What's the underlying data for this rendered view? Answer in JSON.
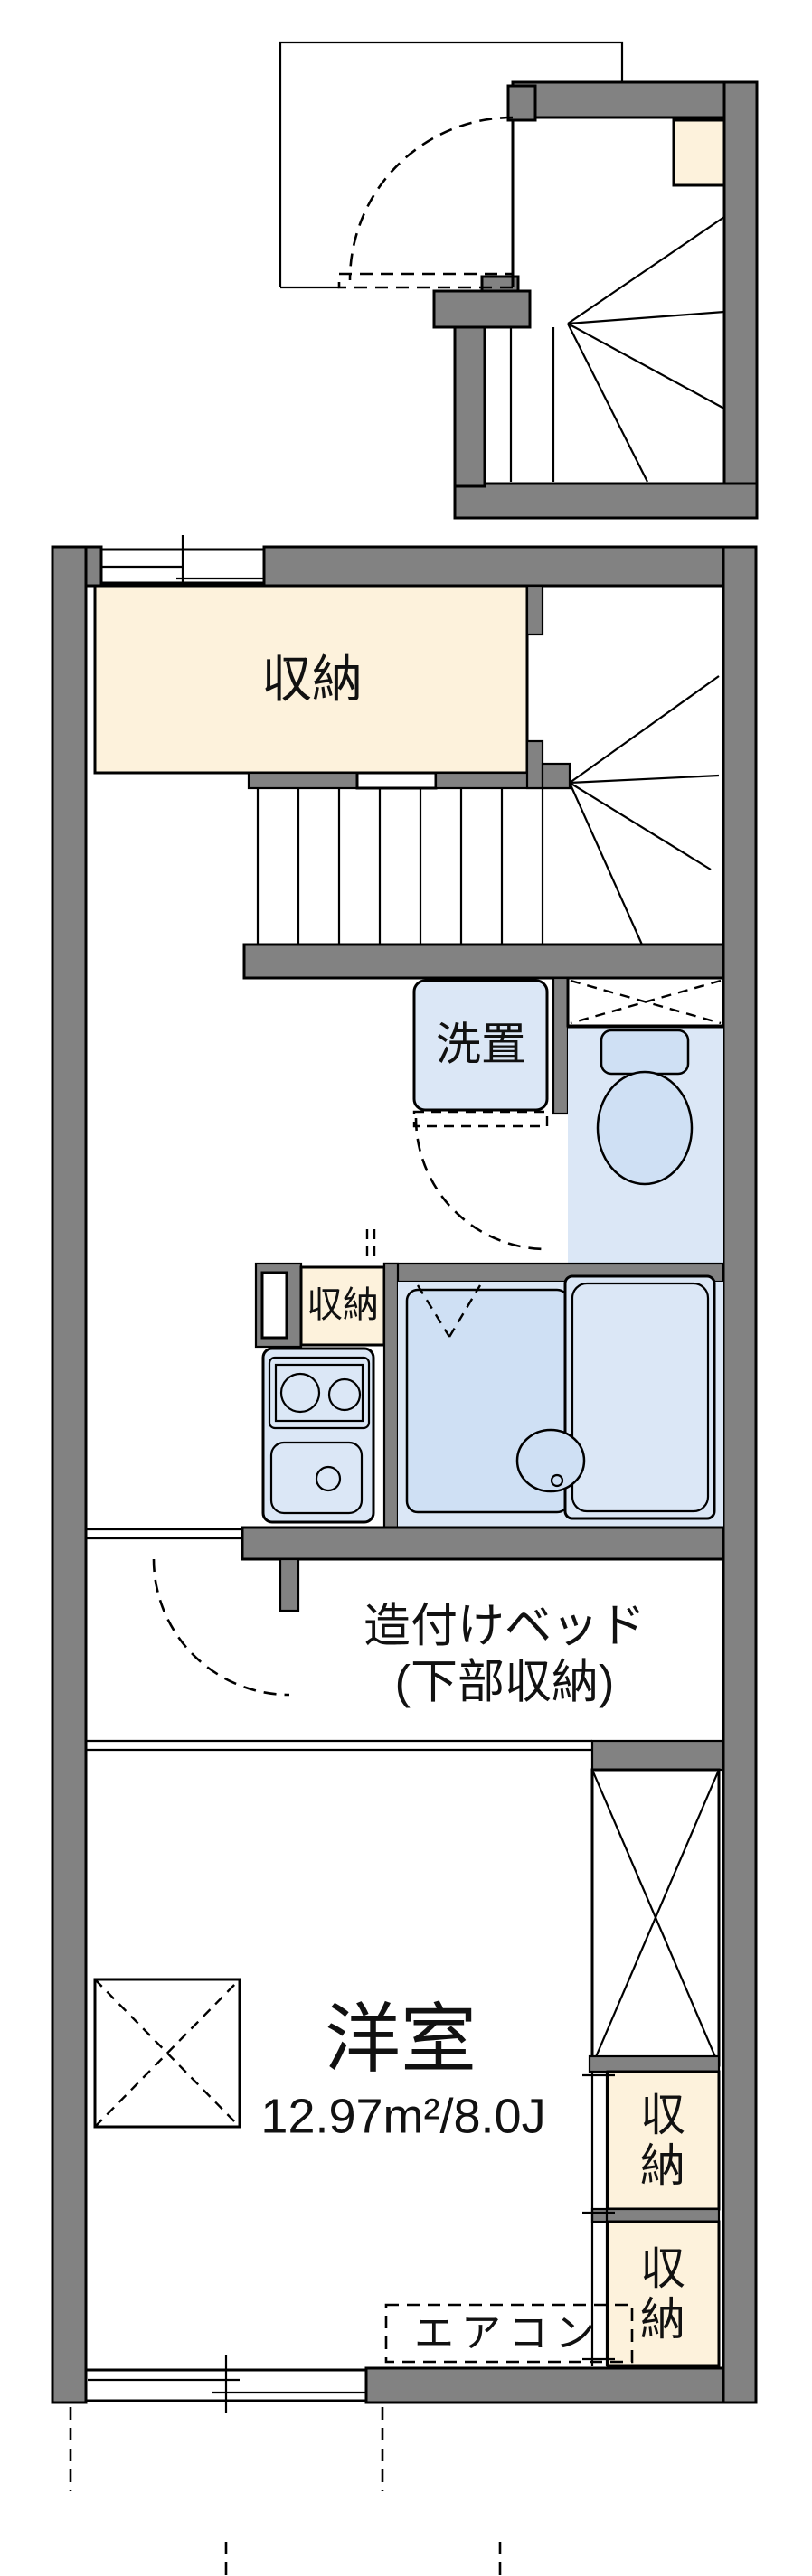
{
  "labels": {
    "storage_main": "収納",
    "laundry": "洗置",
    "storage_kitchen": "収納",
    "bed_line1": "造付けベッド",
    "bed_line2": "(下部収納)",
    "room_name": "洋室",
    "room_area": "12.97m²/8.0J",
    "storage_right_upper": "収納",
    "storage_right_lower": "収納",
    "aircon": "エアコン"
  },
  "colors": {
    "wall": "#828282",
    "cream": "#fdf2dc",
    "blue": "#dbe7f6",
    "blue2": "#cfe0f4",
    "ink": "#000000"
  }
}
